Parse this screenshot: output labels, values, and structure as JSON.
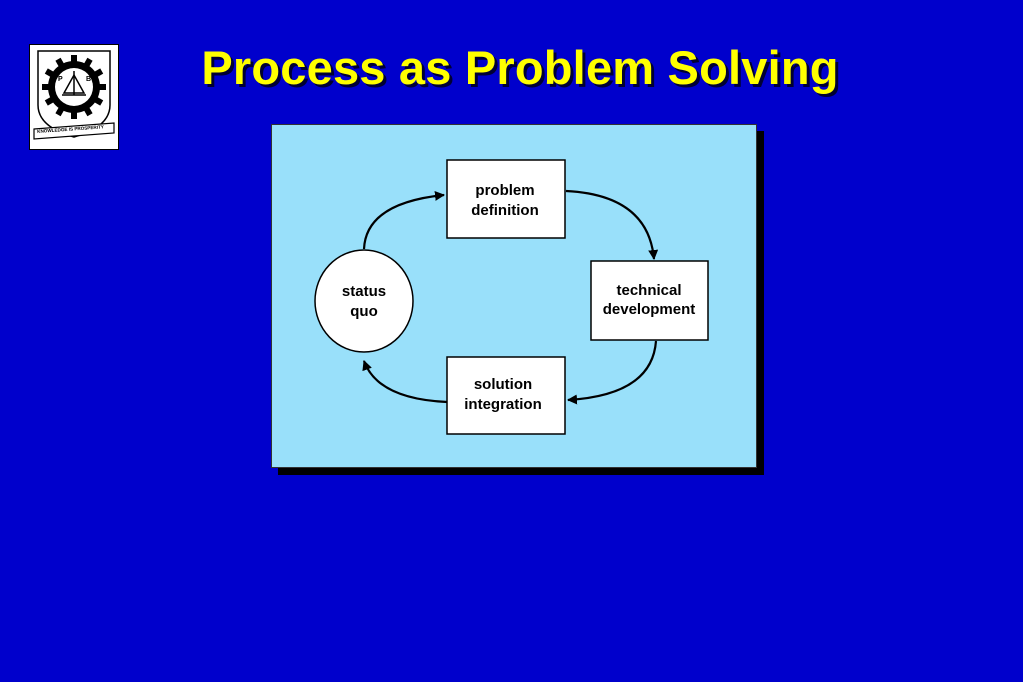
{
  "slide": {
    "title": "Process as Problem Solving",
    "logo": {
      "letter_left": "P",
      "letter_right": "B",
      "motto": "KNOWLEDGE IS PROSPERITY"
    }
  },
  "diagram": {
    "nodes": {
      "status_quo": {
        "line1": "status",
        "line2": "quo"
      },
      "problem_definition": {
        "line1": "problem",
        "line2": "definition"
      },
      "technical_development": {
        "line1": "technical",
        "line2": "development"
      },
      "solution_integration": {
        "line1": "solution",
        "line2": "integration"
      }
    },
    "colors": {
      "background": "#0000CC",
      "title": "#FFFF00",
      "panel": "#99E0FA",
      "node_fill": "#FFFFFF"
    }
  }
}
